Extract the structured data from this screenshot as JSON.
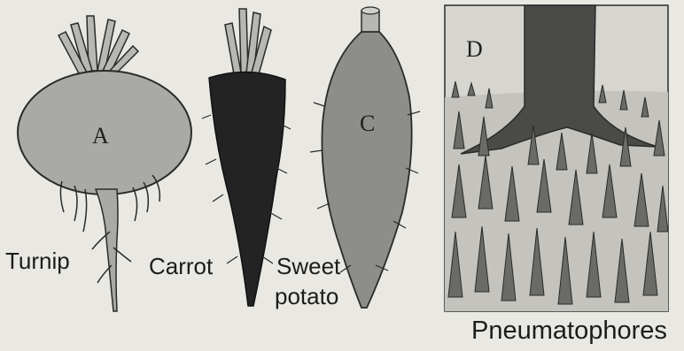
{
  "labels": {
    "turnip": "Turnip",
    "carrot": "Carrot",
    "sweet_potato_line1": "Sweet",
    "sweet_potato_line2": "potato",
    "pneumatophores": "Pneumatophores"
  },
  "letters": {
    "a": "A",
    "c": "C",
    "d": "D"
  },
  "colors": {
    "background": "#e9e8e3",
    "turnip_fill": "#a9a9a6",
    "carrot_fill": "#232323",
    "sweet_potato_fill": "#8d8d8a",
    "leaf_fill": "#b7b7b3",
    "outline": "#2a2a2a",
    "panel_fill": "#d6d5cf",
    "trunk_fill": "#4a4a48"
  }
}
